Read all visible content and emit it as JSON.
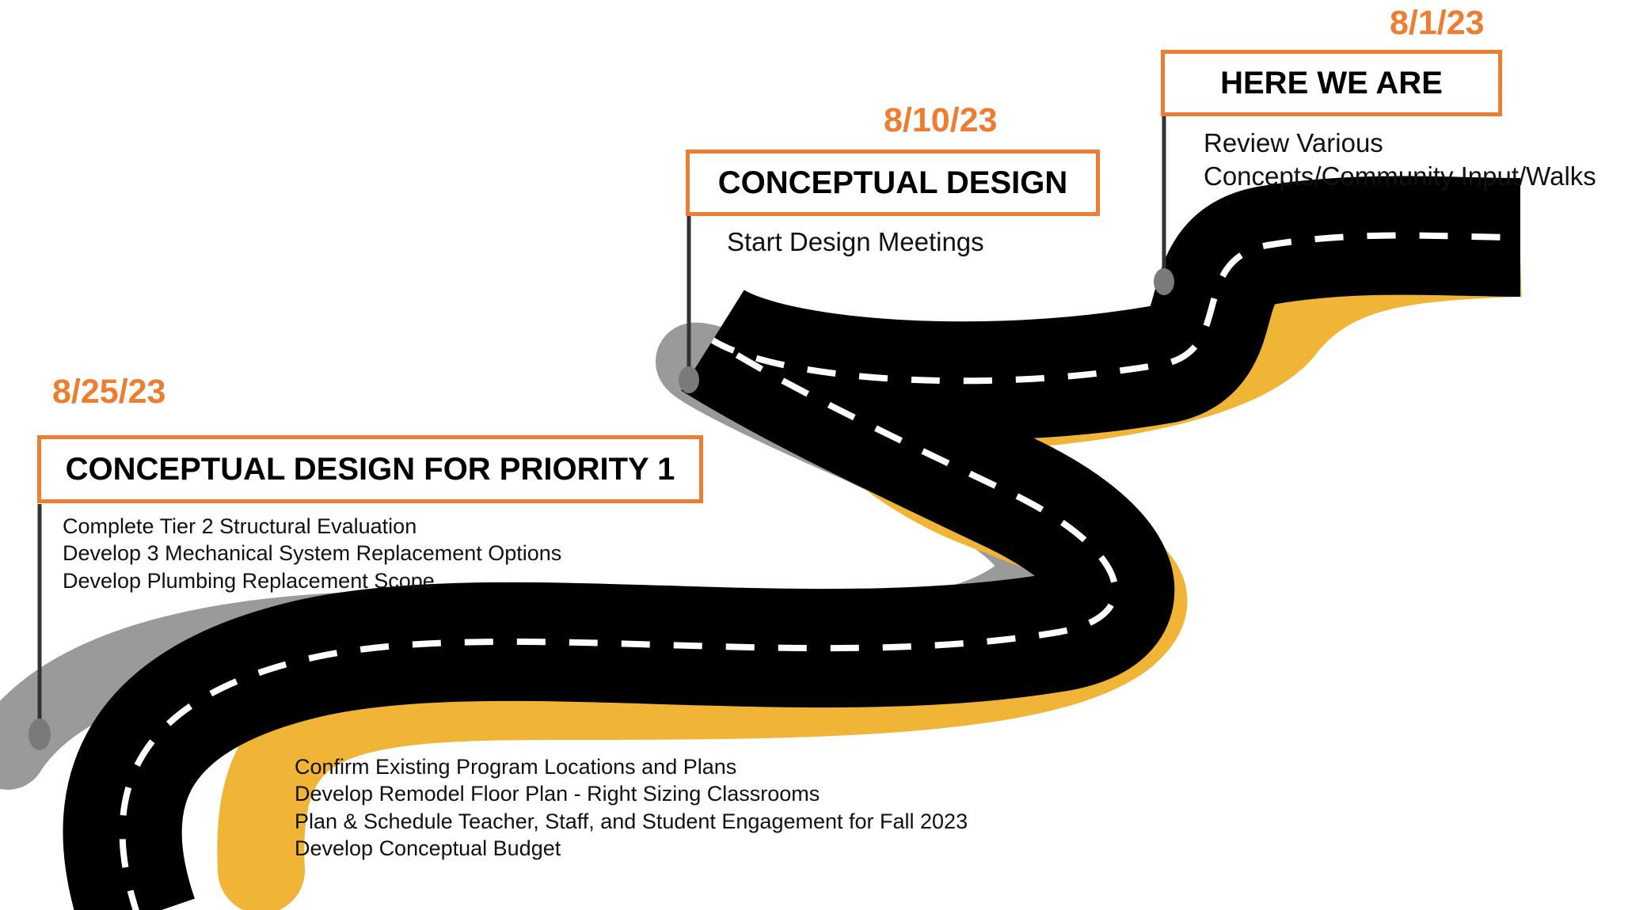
{
  "milestones": [
    {
      "date": "8/1/23",
      "title": "HERE WE ARE",
      "notes": [
        "Review Various",
        "Concepts/Community Input/Walks"
      ]
    },
    {
      "date": "8/10/23",
      "title": "CONCEPTUAL DESIGN",
      "notes": [
        "Start Design Meetings"
      ]
    },
    {
      "date": "8/25/23",
      "title": "CONCEPTUAL DESIGN FOR PRIORITY 1",
      "notes": [
        "Complete Tier 2 Structural Evaluation",
        "Develop 3 Mechanical System Replacement Options",
        "Develop Plumbing Replacement Scope"
      ]
    }
  ],
  "bottom_notes": [
    "Confirm Existing Program Locations and Plans",
    "Develop Remodel Floor Plan - Right Sizing Classrooms",
    "Plan & Schedule Teacher, Staff, and Student Engagement for Fall 2023",
    "Develop Conceptual Budget"
  ],
  "colors": {
    "accent": "#ED7D31",
    "road": "#000000",
    "road_edge_yellow": "#F0B436",
    "road_edge_grey": "#9A9A9A",
    "marker": "#7A7A7A"
  }
}
